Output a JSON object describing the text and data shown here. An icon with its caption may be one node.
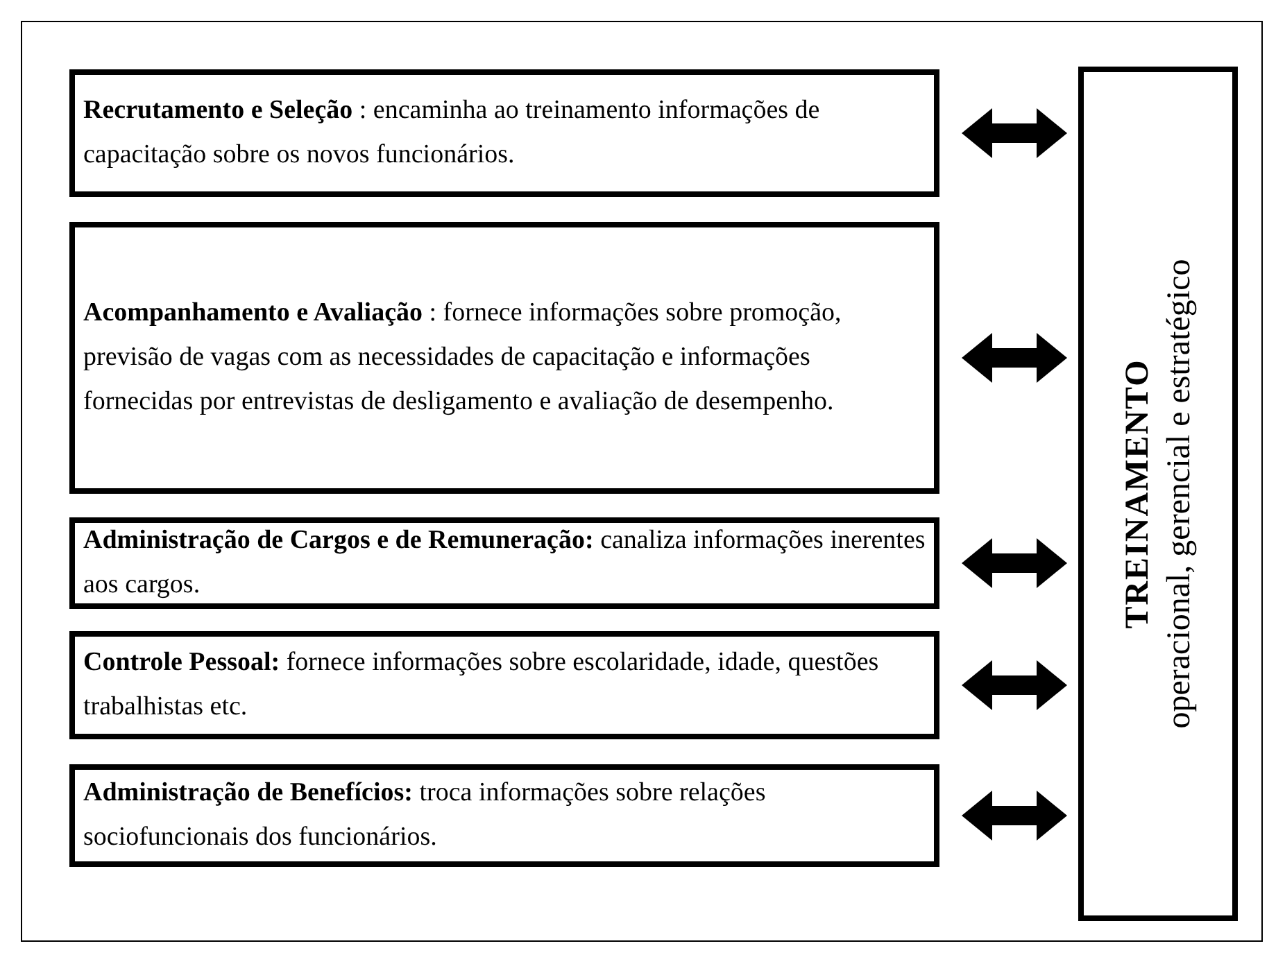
{
  "diagram": {
    "nodes": [
      {
        "text": [
          "**Recrutamento e Seleção** : encaminha ao treinamento informações de capacitação sobre os novos funcionários."
        ]
      },
      {
        "text": [
          "**Acompanhamento e Avaliação** : fornece informações sobre promoção, previsão de vagas com as necessidades de capacitação e informações fornecidas por entrevistas de desligamento e avaliação de desempenho."
        ]
      },
      {
        "text": [
          "**Administração de Cargos e de Remuneração:** canaliza informações inerentes aos cargos."
        ]
      },
      {
        "text": [
          "**Controle Pessoal:** fornece informações sobre escolaridade, idade, questões trabalhistas etc."
        ]
      },
      {
        "text": [
          "**Administração de Benefícios:** troca informações sobre relações sociofuncionais dos funcionários."
        ]
      },
      {
        "text": [
          "TREINAMENTO",
          "operacional, gerencial e estratégico"
        ]
      }
    ],
    "edges": [
      {
        "from": 0,
        "to": 5,
        "arrow": "both"
      },
      {
        "from": 1,
        "to": 5,
        "arrow": "both"
      },
      {
        "from": 2,
        "to": 5,
        "arrow": "both"
      },
      {
        "from": 3,
        "to": 5,
        "arrow": "both"
      },
      {
        "from": 4,
        "to": 5,
        "arrow": "both"
      }
    ]
  }
}
